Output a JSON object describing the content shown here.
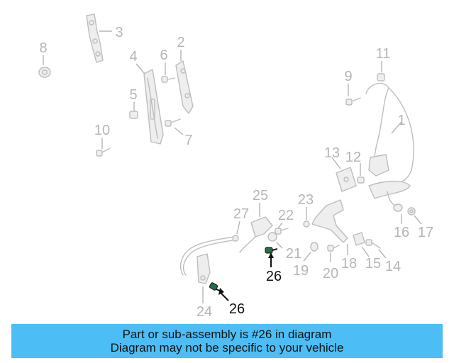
{
  "callouts": [
    {
      "id": "1",
      "label": "1",
      "highlight": false
    },
    {
      "id": "2",
      "label": "2",
      "highlight": false
    },
    {
      "id": "3",
      "label": "3",
      "highlight": false
    },
    {
      "id": "4",
      "label": "4",
      "highlight": false
    },
    {
      "id": "5",
      "label": "5",
      "highlight": false
    },
    {
      "id": "6",
      "label": "6",
      "highlight": false
    },
    {
      "id": "7",
      "label": "7",
      "highlight": false
    },
    {
      "id": "8",
      "label": "8",
      "highlight": false
    },
    {
      "id": "9",
      "label": "9",
      "highlight": false
    },
    {
      "id": "10",
      "label": "10",
      "highlight": false
    },
    {
      "id": "11",
      "label": "11",
      "highlight": false
    },
    {
      "id": "12",
      "label": "12",
      "highlight": false
    },
    {
      "id": "13",
      "label": "13",
      "highlight": false
    },
    {
      "id": "14",
      "label": "14",
      "highlight": false
    },
    {
      "id": "15",
      "label": "15",
      "highlight": false
    },
    {
      "id": "16",
      "label": "16",
      "highlight": false
    },
    {
      "id": "17",
      "label": "17",
      "highlight": false
    },
    {
      "id": "18",
      "label": "18",
      "highlight": false
    },
    {
      "id": "19",
      "label": "19",
      "highlight": false
    },
    {
      "id": "20",
      "label": "20",
      "highlight": false
    },
    {
      "id": "21",
      "label": "21",
      "highlight": false
    },
    {
      "id": "22",
      "label": "22",
      "highlight": false
    },
    {
      "id": "23",
      "label": "23",
      "highlight": false
    },
    {
      "id": "24",
      "label": "24",
      "highlight": false
    },
    {
      "id": "25",
      "label": "25",
      "highlight": false
    },
    {
      "id": "26a",
      "label": "26",
      "highlight": true
    },
    {
      "id": "26b",
      "label": "26",
      "highlight": true
    },
    {
      "id": "27",
      "label": "27",
      "highlight": false
    }
  ],
  "banner": {
    "line1": "Part or sub-assembly is #26 in diagram",
    "line2": "Diagram may not be specific to your vehicle"
  },
  "colors": {
    "banner_bg": "#4dbef5",
    "dim_part": "#bdbdbd",
    "highlight": "#111111"
  }
}
